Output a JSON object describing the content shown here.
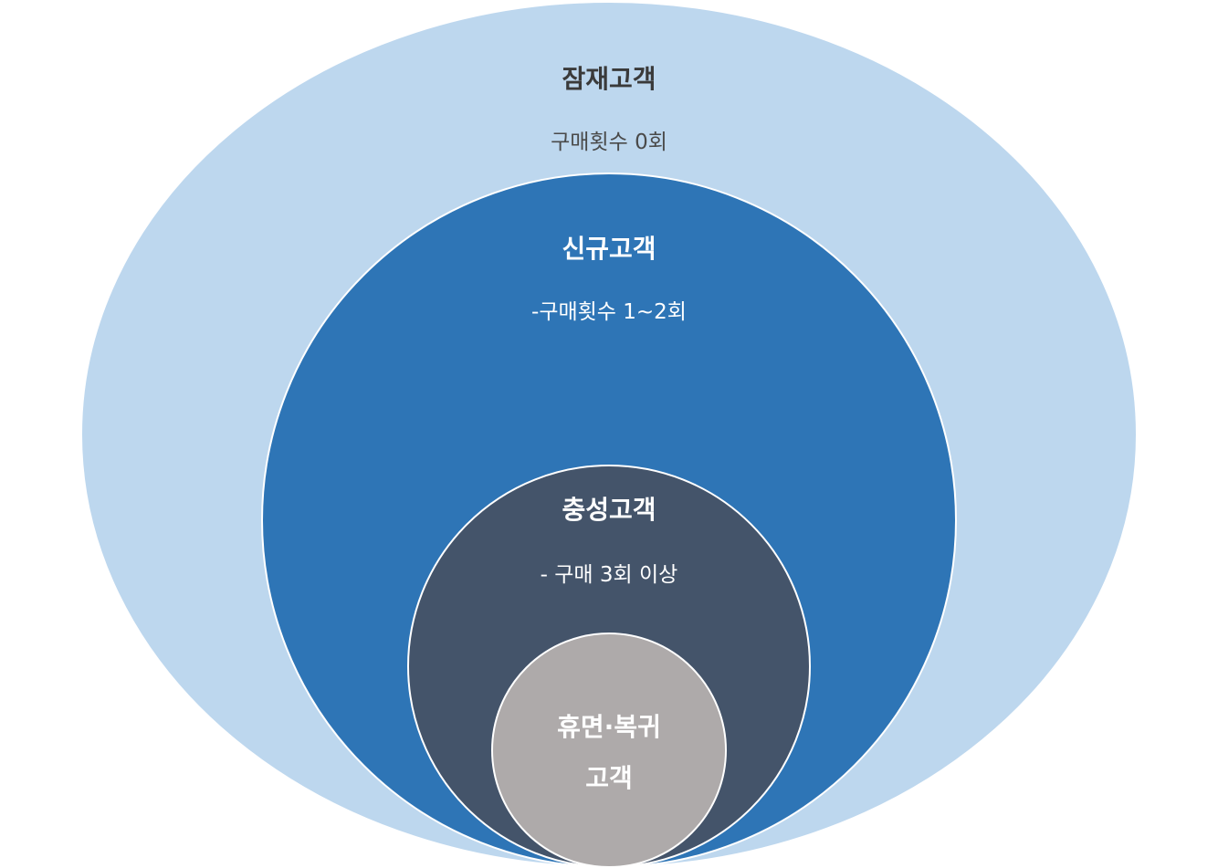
{
  "layers": [
    {
      "id": "potential",
      "title": "잠재고객",
      "desc": "구매횟수 0회",
      "color": "#bdd7ee"
    },
    {
      "id": "new",
      "title": "신규고객",
      "desc": "-구매횟수 1~2회",
      "color": "#2e75b6"
    },
    {
      "id": "loyal",
      "title": "충성고객",
      "desc": "- 구매 3회 이상",
      "color": "#44546a"
    },
    {
      "id": "dormant",
      "title_line1": "휴면·복귀",
      "title_line2": "고객",
      "color": "#aeaaaa"
    }
  ]
}
